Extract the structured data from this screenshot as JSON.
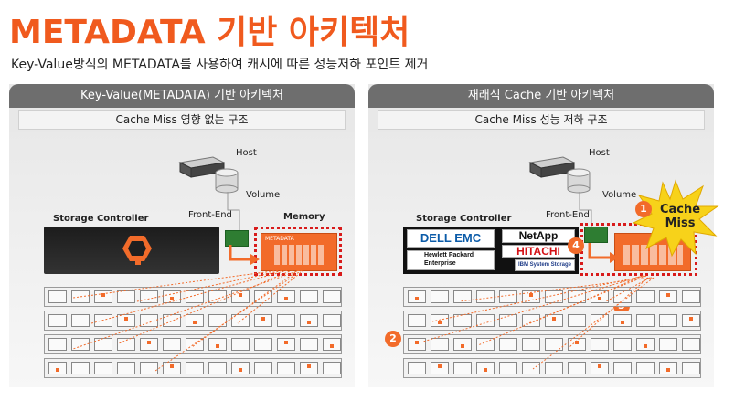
{
  "header": {
    "title": "METADATA 기반 아키텍처",
    "subtitle": "Key-Value방식의 METADATA를 사용하여 캐시에 따른 성능저하 포인트 제거"
  },
  "left_panel": {
    "title": "Key-Value(METADATA) 기반 아키텍처",
    "subtitle": "Cache Miss 영향 없는 구조",
    "host_label": "Host",
    "volume_label": "Volume",
    "frontend_label": "Front-End",
    "controller_label": "Storage Controller",
    "memory_label": "Memory",
    "memory_inner_label": "METADATA"
  },
  "right_panel": {
    "title": "재래식 Cache 기반 아키텍처",
    "subtitle": "Cache Miss 성능 저하 구조",
    "host_label": "Host",
    "volume_label": "Volume",
    "frontend_label": "Front-End",
    "controller_label": "Storage Controller",
    "vendors": [
      "DELL EMC",
      "NetApp",
      "Hewlett Packard Enterprise",
      "HITACHI",
      "IBM System Storage"
    ],
    "cache_miss_label": "Cache Miss",
    "step_badges": [
      "1",
      "2",
      "3",
      "4"
    ]
  },
  "colors": {
    "accent": "#f05a1e",
    "panel_header": "#6e6e6e",
    "memory_border": "#d81b1b",
    "burst": "#f7d21a"
  }
}
